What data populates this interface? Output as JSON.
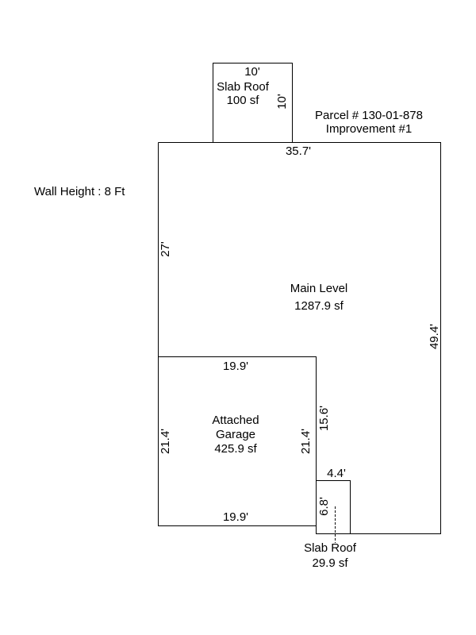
{
  "wall_height": "Wall Height : 8 Ft",
  "parcel": {
    "number": "Parcel # 130-01-878",
    "improvement": "Improvement #1"
  },
  "areas": {
    "slab_roof_top": {
      "name": "Slab Roof",
      "area": "100 sf",
      "dims": {
        "top": "10'",
        "right": "10'"
      }
    },
    "main_level": {
      "name": "Main Level",
      "area": "1287.9 sf",
      "dims": {
        "top": "35.7'",
        "left": "27'",
        "right": "49.4'"
      }
    },
    "garage": {
      "name_line1": "Attached",
      "name_line2": "Garage",
      "area": "425.9 sf",
      "dims": {
        "top": "19.9'",
        "bottom": "19.9'",
        "left": "21.4'",
        "right": "21.4'",
        "right_upper": "15.6'"
      }
    },
    "slab_roof_bottom": {
      "name": "Slab Roof",
      "area": "29.9 sf",
      "dims": {
        "top": "4.4'",
        "left": "6.8'"
      }
    }
  }
}
